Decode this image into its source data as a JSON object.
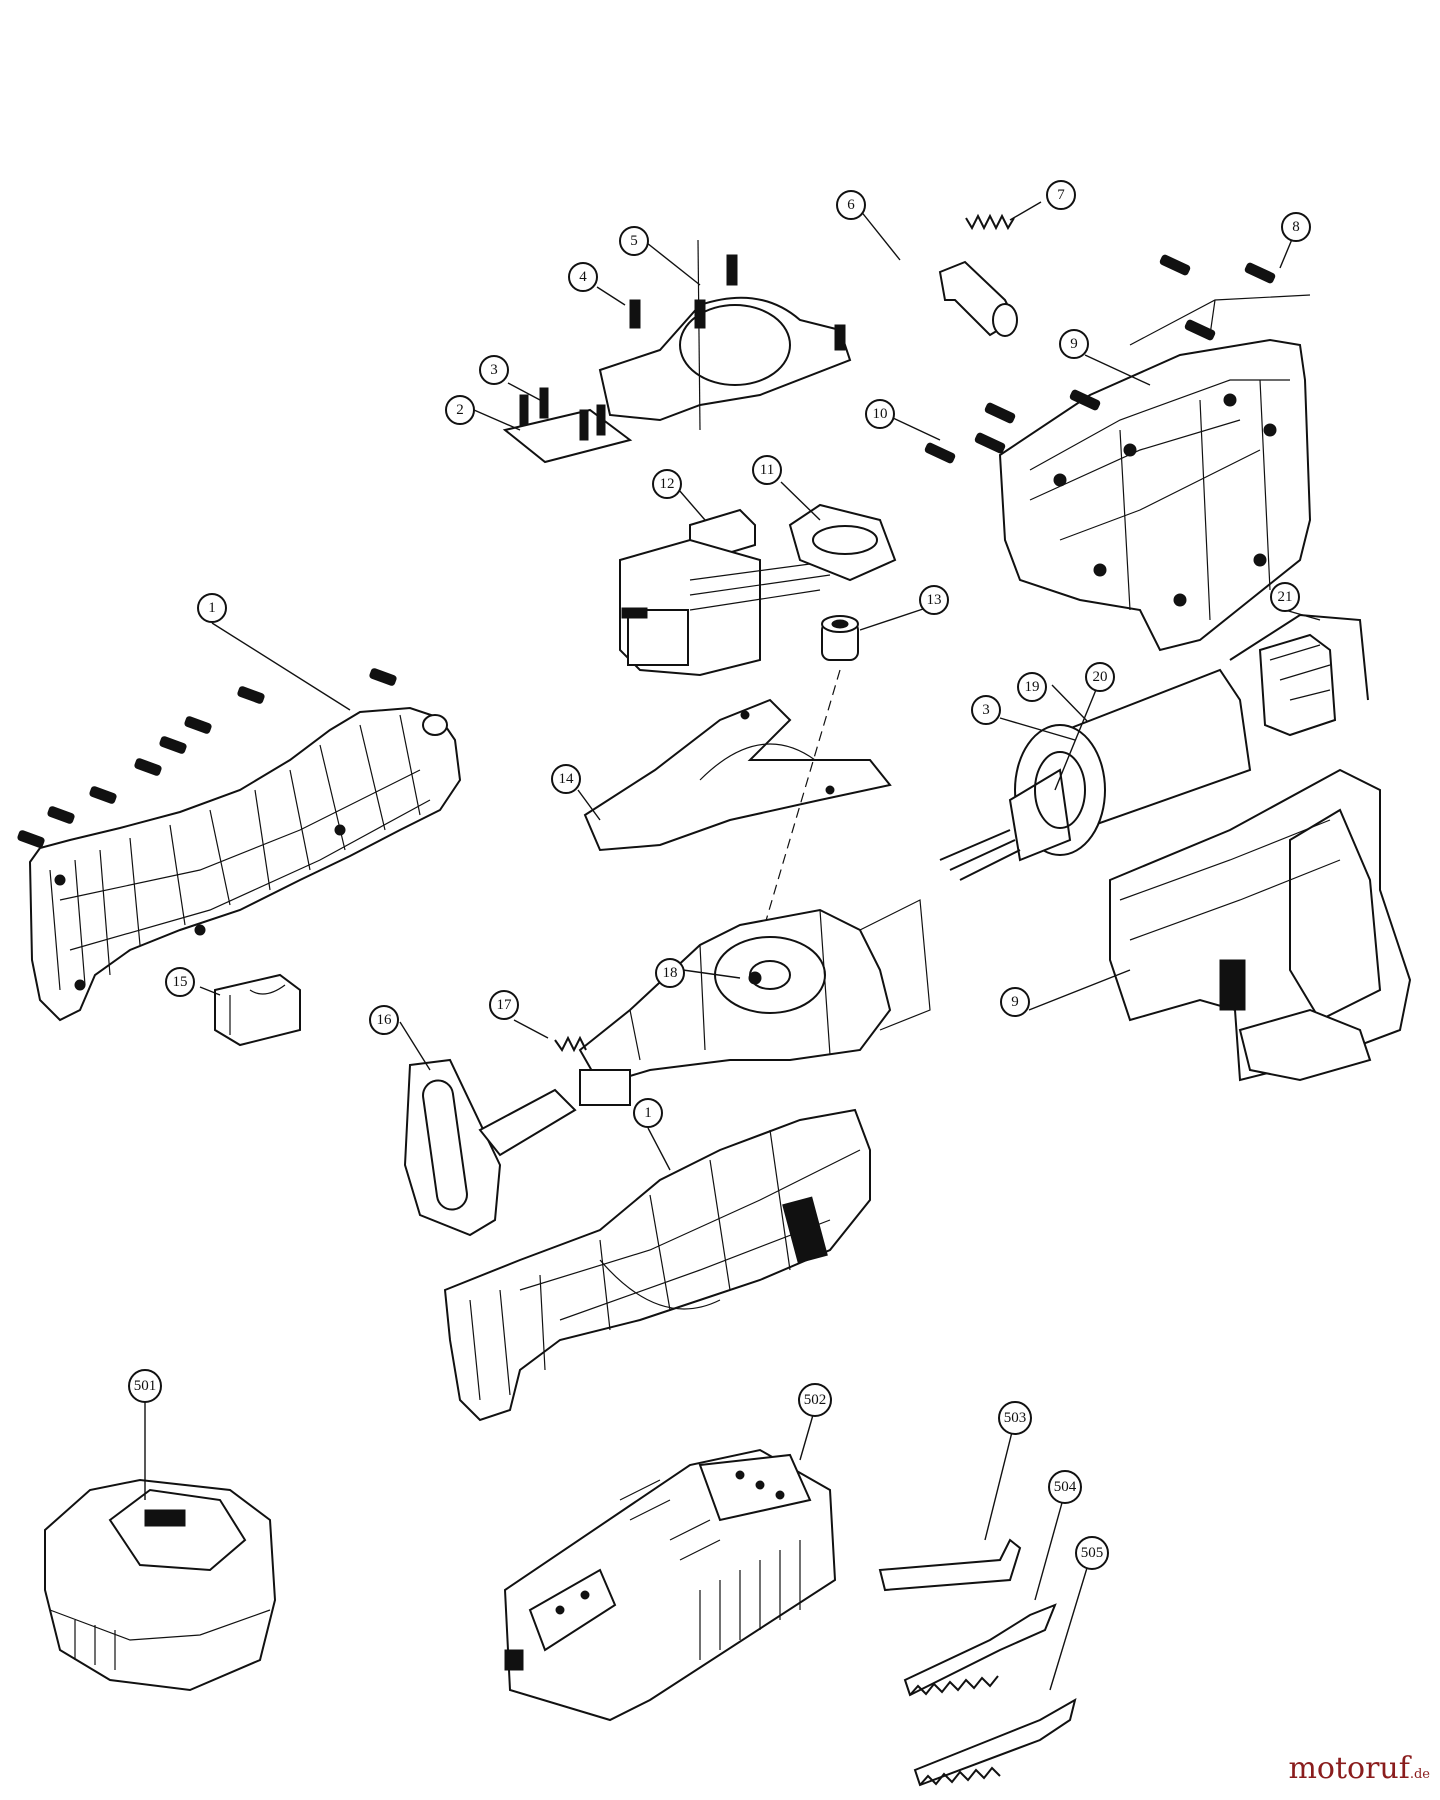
{
  "diagram": {
    "callouts": [
      {
        "id": "c1a",
        "label": "1"
      },
      {
        "id": "c1b",
        "label": "1"
      },
      {
        "id": "c2",
        "label": "2"
      },
      {
        "id": "c3a",
        "label": "3"
      },
      {
        "id": "c3b",
        "label": "3"
      },
      {
        "id": "c4",
        "label": "4"
      },
      {
        "id": "c5",
        "label": "5"
      },
      {
        "id": "c6",
        "label": "6"
      },
      {
        "id": "c7",
        "label": "7"
      },
      {
        "id": "c8",
        "label": "8"
      },
      {
        "id": "c9a",
        "label": "9"
      },
      {
        "id": "c9b",
        "label": "9"
      },
      {
        "id": "c10",
        "label": "10"
      },
      {
        "id": "c11",
        "label": "11"
      },
      {
        "id": "c12",
        "label": "12"
      },
      {
        "id": "c13",
        "label": "13"
      },
      {
        "id": "c14",
        "label": "14"
      },
      {
        "id": "c15",
        "label": "15"
      },
      {
        "id": "c16",
        "label": "16"
      },
      {
        "id": "c17",
        "label": "17"
      },
      {
        "id": "c18",
        "label": "18"
      },
      {
        "id": "c19",
        "label": "19"
      },
      {
        "id": "c20",
        "label": "20"
      },
      {
        "id": "c21",
        "label": "21"
      },
      {
        "id": "c501",
        "label": "501"
      },
      {
        "id": "c502",
        "label": "502"
      },
      {
        "id": "c503",
        "label": "503"
      },
      {
        "id": "c504",
        "label": "504"
      },
      {
        "id": "c505",
        "label": "505"
      }
    ]
  },
  "watermark": {
    "brand": "motoruf",
    "suffix": ".de"
  }
}
